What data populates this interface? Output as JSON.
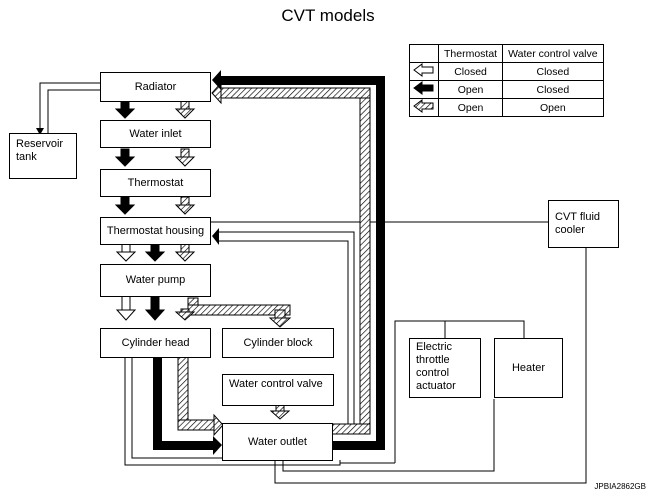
{
  "title": "CVT models",
  "components": {
    "radiator": "Radiator",
    "reservoir_tank": "Reservoir tank",
    "water_inlet": "Water inlet",
    "thermostat": "Thermostat",
    "thermostat_housing": "Thermostat housing",
    "water_pump": "Water pump",
    "cylinder_head": "Cylinder head",
    "cylinder_block": "Cylinder block",
    "water_control_valve": "Water control valve",
    "water_outlet": "Water outlet",
    "etc_actuator": "Electric throttle control actuator",
    "heater": "Heater",
    "cvt_cooler": "CVT fluid cooler"
  },
  "legend": {
    "col_thermostat": "Thermostat",
    "col_valve": "Water control valve",
    "rows": [
      {
        "icon": "white-arrow-icon",
        "thermostat": "Closed",
        "valve": "Closed"
      },
      {
        "icon": "black-arrow-icon",
        "thermostat": "Open",
        "valve": "Closed"
      },
      {
        "icon": "hatched-arrow-icon",
        "thermostat": "Open",
        "valve": "Open"
      }
    ]
  },
  "ref_code": "JPBIA2862GB"
}
